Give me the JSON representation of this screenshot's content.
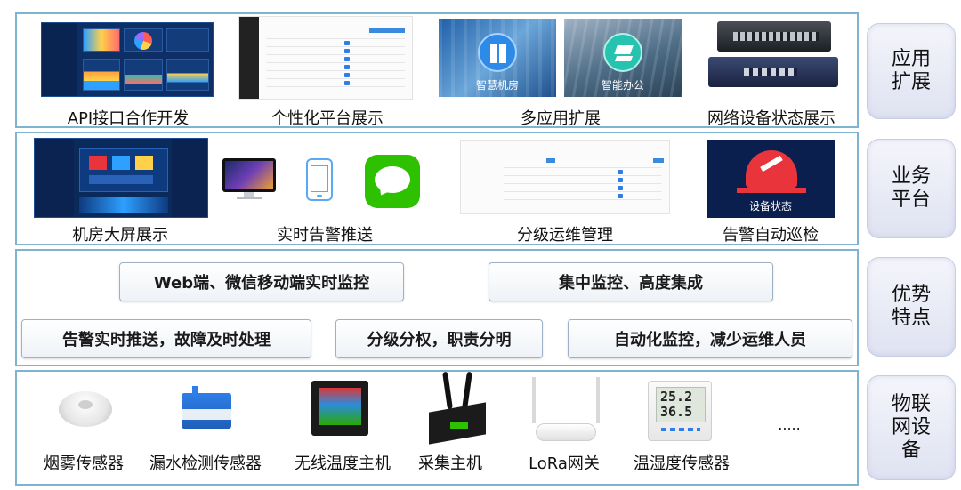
{
  "tiers": [
    {
      "label": "应用扩展",
      "items": [
        "API接口合作开发",
        "个性化平台展示",
        "多应用扩展",
        "网络设备状态展示"
      ],
      "tile_labels": [
        "智慧机房",
        "智能办公"
      ]
    },
    {
      "label": "业务平台",
      "items": [
        "机房大屏展示",
        "实时告警推送",
        "分级运维管理",
        "告警自动巡检"
      ],
      "tile_labels": [
        "设备状态"
      ]
    },
    {
      "label": "优势特点",
      "items": [
        "Web端、微信移动端实时监控",
        "集中监控、高度集成",
        "告警实时推送，故障及时处理",
        "分级分权，职责分明",
        "自动化监控，减少运维人员"
      ]
    },
    {
      "label": "物联网设备",
      "items": [
        "烟雾传感器",
        "漏水检测传感器",
        "无线温度主机",
        "采集主机",
        "LoRa网关",
        "温湿度传感器",
        "....."
      ],
      "display_values": [
        "25.2",
        "36.5"
      ]
    }
  ],
  "colors": {
    "tier_border": "#7fb3cf",
    "side_label_bg": "#e6e8f4",
    "dashboard_bg": "#0d2f66",
    "wechat_green": "#2dc100",
    "alarm_red": "#e8343a",
    "app_tile_teal": "#27c2b0",
    "app_tile_blue": "#2d8ae6"
  },
  "icons": [
    "monitor-icon",
    "phone-icon",
    "chat-bubble-icon",
    "smart-room-icon",
    "layers-icon",
    "alarm-light-icon",
    "switch-icon",
    "router-icon",
    "smoke-detector-icon",
    "leak-sensor-icon",
    "temperature-host-icon",
    "collector-icon",
    "lora-gateway-icon",
    "th-sensor-icon"
  ]
}
